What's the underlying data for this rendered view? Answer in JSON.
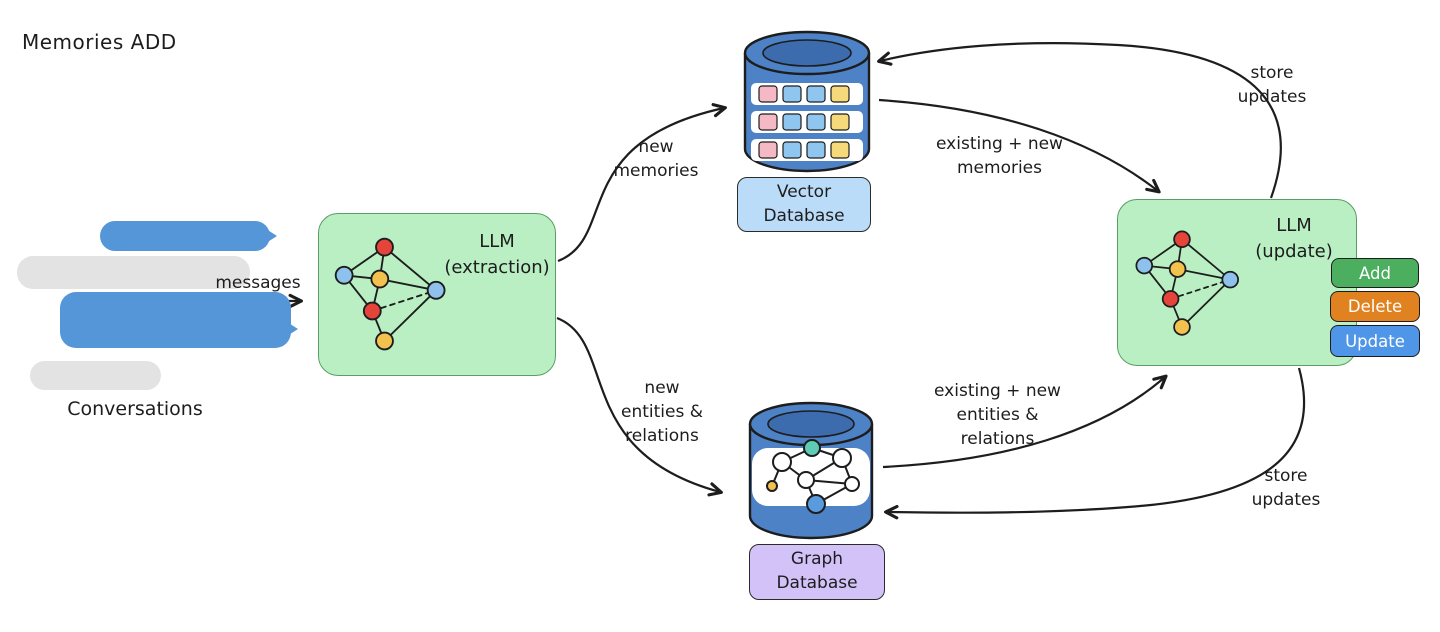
{
  "title": "Memories ADD",
  "conversations": {
    "label": "Conversations"
  },
  "edges": {
    "messages": "messages",
    "new_memories": "new\nmemories",
    "new_entities_relations": "new\nentities &\nrelations",
    "existing_new_memories": "existing + new\nmemories",
    "existing_new_entities_relations": "existing + new\nentities &\nrelations",
    "store_updates_top": "store\nupdates",
    "store_updates_bottom": "store\nupdates"
  },
  "nodes": {
    "llm_extraction": {
      "label": "LLM\n(extraction)"
    },
    "llm_update": {
      "label": "LLM\n(update)"
    },
    "vector_db": {
      "label": "Vector\nDatabase"
    },
    "graph_db": {
      "label": "Graph\nDatabase"
    }
  },
  "actions": [
    {
      "label": "Add",
      "color": "#4caf5f"
    },
    {
      "label": "Delete",
      "color": "#e0821f"
    },
    {
      "label": "Update",
      "color": "#4f96e8"
    }
  ],
  "colors": {
    "arrow": "#1d1d1d",
    "llm_box_fill": "#b9efc3",
    "vector_badge_fill": "#badcf8",
    "graph_badge_fill": "#d2c2f8",
    "bubble_blue": "#5596d8",
    "bubble_gray": "#e3e3e3",
    "database_blue": "#4d82c6",
    "text": "#1d1d1d"
  }
}
